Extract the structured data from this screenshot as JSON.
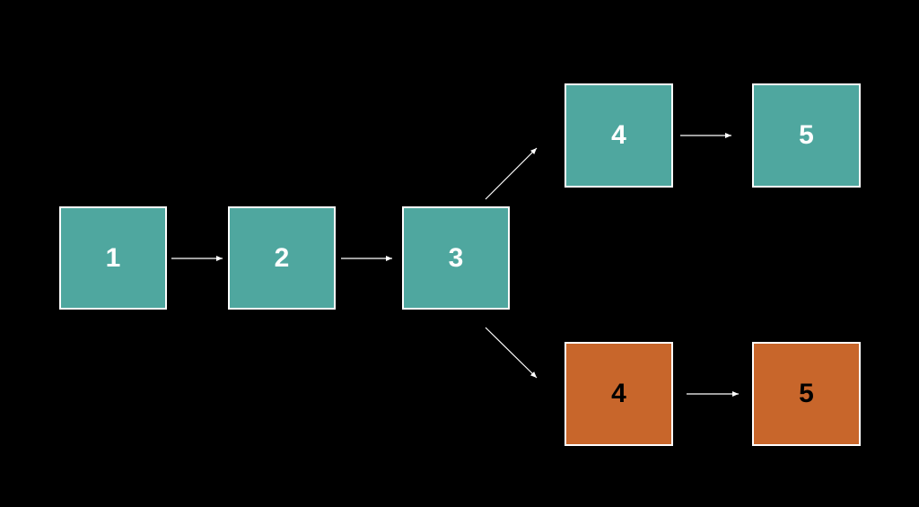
{
  "colors": {
    "background": "#000000",
    "teal": "#4fa79f",
    "orange": "#c8662b",
    "border": "#ffffff",
    "arrow": "#ffffff",
    "label_on_teal": "#ffffff",
    "label_on_orange": "#000000"
  },
  "nodes": [
    {
      "id": "n1",
      "label": "1",
      "variant": "teal"
    },
    {
      "id": "n2",
      "label": "2",
      "variant": "teal"
    },
    {
      "id": "n3",
      "label": "3",
      "variant": "teal"
    },
    {
      "id": "n4a",
      "label": "4",
      "variant": "teal"
    },
    {
      "id": "n5a",
      "label": "5",
      "variant": "teal"
    },
    {
      "id": "n4b",
      "label": "4",
      "variant": "orange"
    },
    {
      "id": "n5b",
      "label": "5",
      "variant": "orange"
    }
  ],
  "edges": [
    {
      "from": "n1",
      "to": "n2"
    },
    {
      "from": "n2",
      "to": "n3"
    },
    {
      "from": "n3",
      "to": "n4a"
    },
    {
      "from": "n4a",
      "to": "n5a"
    },
    {
      "from": "n3",
      "to": "n4b"
    },
    {
      "from": "n4b",
      "to": "n5b"
    }
  ]
}
